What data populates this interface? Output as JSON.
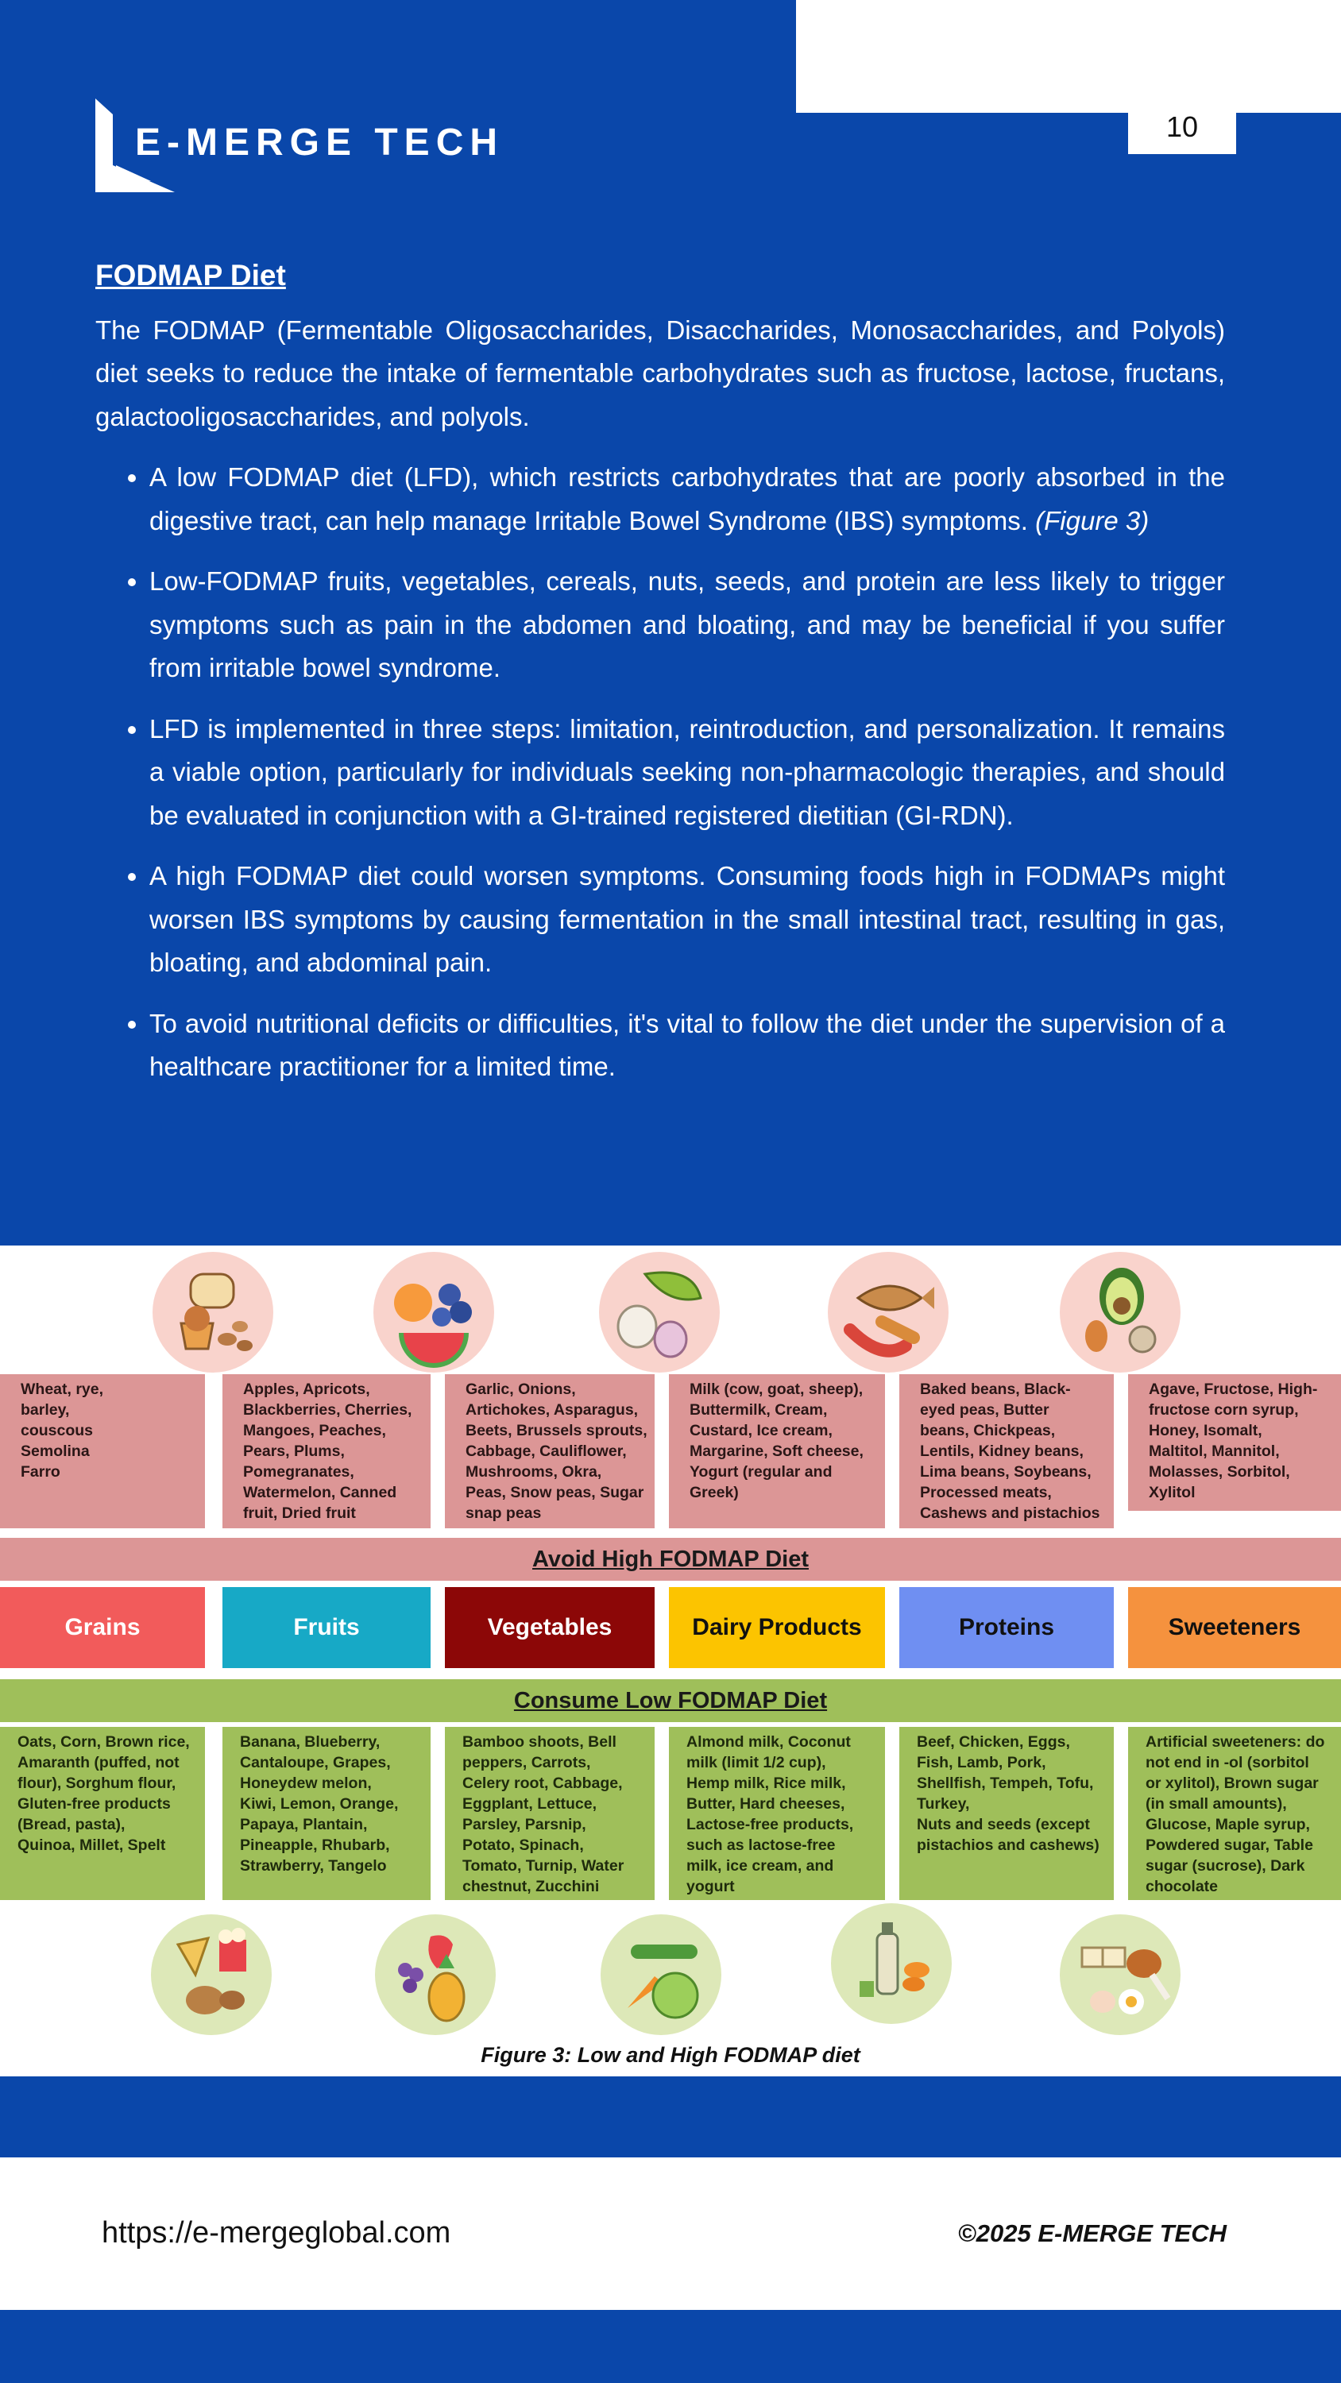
{
  "header": {
    "brand": "E-MERGE TECH",
    "page_number": "10"
  },
  "article": {
    "title": "FODMAP Diet",
    "intro": "The FODMAP (Fermentable Oligosaccharides, Disaccharides, Monosaccharides, and Polyols) diet seeks to reduce the intake of fermentable carbohydrates such as fructose, lactose, fructans, galactooligosaccharides, and polyols.",
    "bullets": [
      {
        "text": "A low FODMAP diet (LFD), which restricts carbohydrates that are poorly absorbed in the digestive tract, can help manage Irritable Bowel Syndrome (IBS) symptoms. ",
        "ref": "(Figure 3)"
      },
      {
        "text": "Low-FODMAP fruits, vegetables, cereals, nuts, seeds, and protein are less likely to trigger symptoms such as pain in the abdomen and bloating, and may be beneficial if you suffer from irritable bowel syndrome.",
        "ref": ""
      },
      {
        "text": "LFD is implemented in three steps: limitation, reintroduction, and personalization. It remains a viable option, particularly for individuals seeking non-pharmacologic therapies, and should be evaluated in conjunction with a GI-trained registered dietitian (GI-RDN).",
        "ref": ""
      },
      {
        "text": "A high FODMAP diet could worsen symptoms. Consuming foods high in FODMAPs might worsen IBS symptoms by causing fermentation in the small intestinal tract, resulting in gas, bloating, and abdominal pain.",
        "ref": ""
      },
      {
        "text": "To avoid nutritional deficits or difficulties, it's vital to follow the diet under the supervision of a healthcare practitioner for a limited time.",
        "ref": ""
      }
    ]
  },
  "figure": {
    "high_items": [
      [
        "Wheat, rye,",
        "barley,",
        "couscous",
        "Semolina",
        "Farro"
      ],
      [
        "Apples, Apricots,",
        "Blackberries, Cherries,",
        "Mangoes, Peaches,",
        "Pears, Plums,",
        "Pomegranates,",
        "Watermelon, Canned",
        "fruit, Dried fruit"
      ],
      [
        "Garlic, Onions,",
        "Artichokes, Asparagus,",
        "Beets, Brussels sprouts,",
        "Cabbage, Cauliflower,",
        "Mushrooms, Okra,",
        "Peas, Snow peas, Sugar",
        "snap peas"
      ],
      [
        "Milk (cow, goat, sheep),",
        "Buttermilk, Cream,",
        "Custard, Ice cream,",
        "Margarine, Soft cheese,",
        "Yogurt (regular and",
        "Greek)"
      ],
      [
        "Baked beans, Black-",
        "eyed peas, Butter",
        "beans, Chickpeas,",
        "Lentils, Kidney beans,",
        "Lima beans, Soybeans,",
        "Processed meats,",
        "Cashews and pistachios"
      ],
      [
        "Agave, Fructose, High-",
        "fructose corn syrup,",
        "Honey, Isomalt,",
        "Maltitol, Mannitol,",
        "Molasses, Sorbitol,",
        "Xylitol"
      ]
    ],
    "avoid_label": "Avoid High FODMAP Diet",
    "categories": [
      {
        "label": "Grains",
        "color": "#f25b5b",
        "text_color": "#ffffff"
      },
      {
        "label": "Fruits",
        "color": "#17a9c6",
        "text_color": "#ffffff"
      },
      {
        "label": "Vegetables",
        "color": "#8c0707",
        "text_color": "#ffffff"
      },
      {
        "label": "Dairy Products",
        "color": "#fcc400",
        "text_color": "#111111"
      },
      {
        "label": "Proteins",
        "color": "#6f8ff2",
        "text_color": "#111111"
      },
      {
        "label": "Sweeteners",
        "color": "#f5923e",
        "text_color": "#111111"
      }
    ],
    "consume_label": "Consume Low FODMAP Diet",
    "low_items": [
      [
        "Oats, Corn, Brown rice,",
        "Amaranth (puffed, not",
        "flour), Sorghum flour,",
        "Gluten-free products",
        "(Bread, pasta),",
        "Quinoa, Millet, Spelt"
      ],
      [
        "Banana, Blueberry,",
        "Cantaloupe, Grapes,",
        "Honeydew melon,",
        "Kiwi, Lemon, Orange,",
        "Papaya, Plantain,",
        "Pineapple, Rhubarb,",
        "Strawberry, Tangelo"
      ],
      [
        "Bamboo shoots, Bell",
        "peppers, Carrots,",
        "Celery root, Cabbage,",
        "Eggplant, Lettuce,",
        "Parsley, Parsnip,",
        "Potato, Spinach,",
        "Tomato, Turnip, Water",
        "chestnut, Zucchini"
      ],
      [
        "Almond milk, Coconut",
        "milk (limit 1/2 cup),",
        "Hemp milk, Rice milk,",
        "Butter, Hard cheeses,",
        "Lactose-free products,",
        "such as lactose-free",
        "milk, ice cream, and",
        "yogurt"
      ],
      [
        "Beef, Chicken, Eggs,",
        "Fish, Lamb, Pork,",
        "Shellfish, Tempeh, Tofu,",
        "Turkey,",
        "Nuts and seeds (except",
        "pistachios and cashews)"
      ],
      [
        "Artificial sweeteners: do",
        "not end in -ol (sorbitol",
        "or xylitol), Brown sugar",
        "(in small amounts),",
        "Glucose, Maple syrup,",
        "Powdered sugar, Table",
        "sugar (sucrose), Dark",
        "chocolate"
      ]
    ],
    "caption": "Figure 3: Low and High FODMAP diet",
    "high_icon_names": [
      "bread-muffin-nuts-icon",
      "peach-blueberry-watermelon-icon",
      "garlic-peas-onion-icon",
      "fish-sausage-icon",
      "avocado-almond-icon"
    ],
    "low_icon_names": [
      "chips-popcorn-potato-icon",
      "strawberry-grapes-pineapple-icon",
      "cucumber-carrot-cabbage-icon",
      "bottle-mushrooms-icon",
      "tofu-egg-drumstick-icon"
    ]
  },
  "footer": {
    "url": "https://e-mergeglobal.com",
    "copyright": "©2025 E-MERGE TECH"
  }
}
